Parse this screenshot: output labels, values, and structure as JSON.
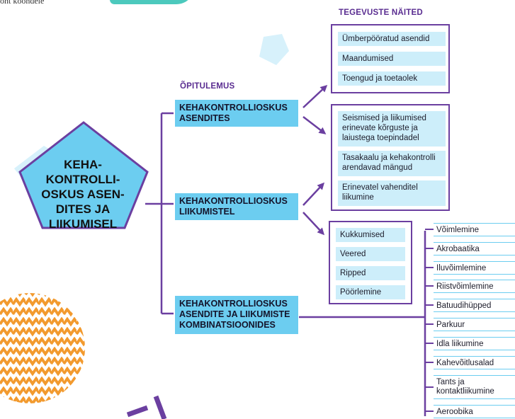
{
  "top_fragment": "oht koondele",
  "headers": {
    "opitulemus": "ÕPITULEMUS",
    "tegevuste_naited": "TEGEVUSTE NÄITED"
  },
  "center": {
    "lines": [
      "KEHA-",
      "KONTROLLI-",
      "OSKUS ASEN-",
      "DITES JA",
      "LIIKUMISEL"
    ]
  },
  "outcomes": [
    {
      "lines": [
        "KEHAKONTROLLIOSKUS",
        "ASENDITES"
      ]
    },
    {
      "lines": [
        "KEHAKONTROLLIOSKUS",
        "LIIKUMISTEL"
      ]
    },
    {
      "lines": [
        "KEHAKONTROLLIOSKUS",
        "ASENDITE JA LIIKUMISTE",
        "KOMBINATSIOONIDES"
      ]
    }
  ],
  "examples_asendid": [
    "Ümberpööratud asendid",
    "Maandumised",
    "Toengud ja toetaolek"
  ],
  "examples_liikumised": [
    "Seismised ja liikumised erinevate kõrguste ja laiustega toepindadel",
    "Tasakaalu ja kehakontrolli arendavad mängud",
    "Erinevatel vahenditel liikumine"
  ],
  "examples_veered": [
    "Kukkumised",
    "Veered",
    "Ripped",
    "Pöörlemine"
  ],
  "sports": [
    "Võimlemine",
    "Akrobaatika",
    "Iluvõimlemine",
    "Riistvõimlemine",
    "Batuudihüpped",
    "Parkuur",
    "Idla liikumine",
    "Kahevõitlusalad",
    "Tants ja kontaktliikumine",
    "Aeroobika"
  ],
  "colors": {
    "purple": "#6b3fa0",
    "blue": "#6ccdf0",
    "light_blue": "#cdeefa",
    "orange": "#f29a2e"
  }
}
